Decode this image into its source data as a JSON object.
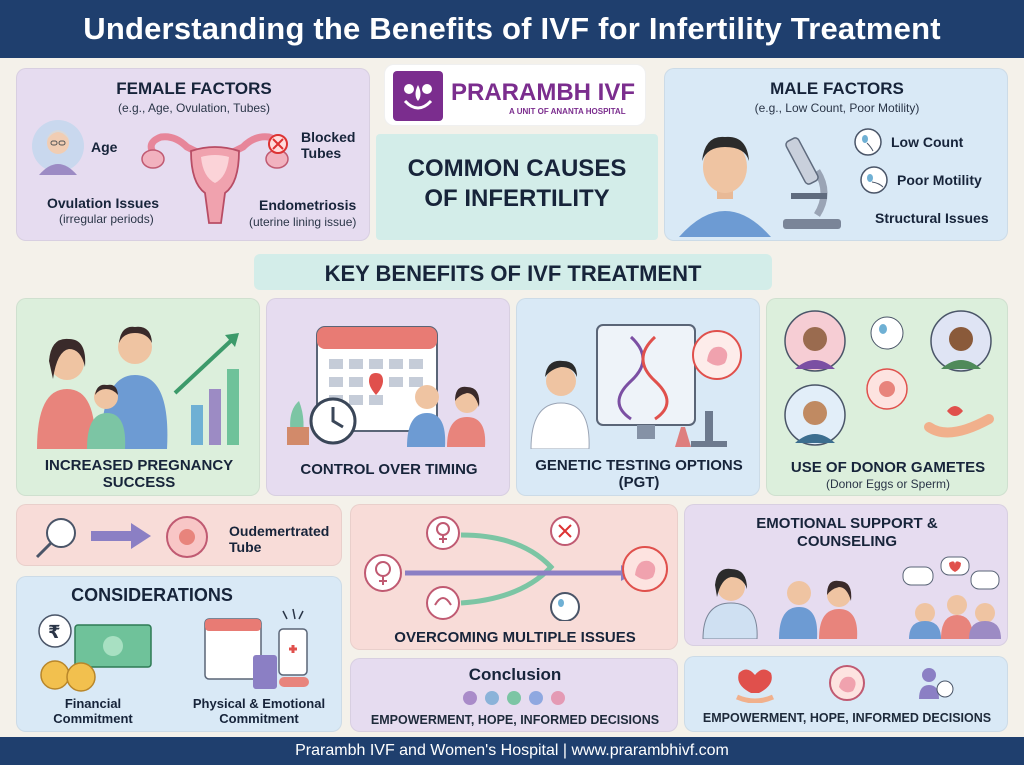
{
  "header": {
    "title": "Understanding the Benefits of IVF for Infertility Treatment"
  },
  "female": {
    "title": "FEMALE FACTORS",
    "subtitle": "(e.g., Age, Ovulation, Tubes)",
    "age": "Age",
    "blocked": "Blocked Tubes",
    "ovulation": "Ovulation Issues",
    "ovulation_note": "(irregular periods)",
    "endo": "Endometriosis",
    "endo_note": "(uterine lining issue)"
  },
  "logo": {
    "name": "PRARAMBH IVF",
    "tagline": "A UNIT OF ANANTA HOSPITAL"
  },
  "causes": {
    "title": "COMMON CAUSES OF INFERTILITY"
  },
  "male": {
    "title": "MALE FACTORS",
    "subtitle": "(e.g., Low Count, Poor Motility)",
    "low_count": "Low Count",
    "poor_motility": "Poor Motility",
    "structural": "Structural Issues"
  },
  "benefits": {
    "title": "KEY BENEFITS OF IVF TREATMENT",
    "cards": [
      {
        "label": "INCREASED PREGNANCY SUCCESS"
      },
      {
        "label": "CONTROL OVER TIMING"
      },
      {
        "label": "GENETIC TESTING OPTIONS (PGT)"
      },
      {
        "label": "USE OF DONOR GAMETES",
        "note": "(Donor Eggs or Sperm)"
      }
    ]
  },
  "tube": {
    "label": "Oudemertrated Tube"
  },
  "considerations": {
    "title": "CONSIDERATIONS",
    "financial": "Financial Commitment",
    "physical": "Physical & Emotional Commitment"
  },
  "overcoming": {
    "label": "OVERCOMING MULTIPLE ISSUES"
  },
  "emotional": {
    "title": "EMOTIONAL SUPPORT & COUNSELING"
  },
  "conclusion": {
    "title": "Conclusion",
    "text": "EMPOWERMENT, HOPE, INFORMED DECISIONS",
    "dot_colors": [
      "#a98bc9",
      "#8bb3d9",
      "#7cc5a4",
      "#8fa8e0",
      "#e49ab4"
    ]
  },
  "closing": {
    "text": "EMPOWERMENT, HOPE, INFORMED DECISIONS"
  },
  "footer": {
    "text": "Prarambh IVF and Women's Hospital | www.prarambhivf.com"
  },
  "colors": {
    "navy": "#1f3f6e",
    "brand_purple": "#7b2d8e"
  }
}
